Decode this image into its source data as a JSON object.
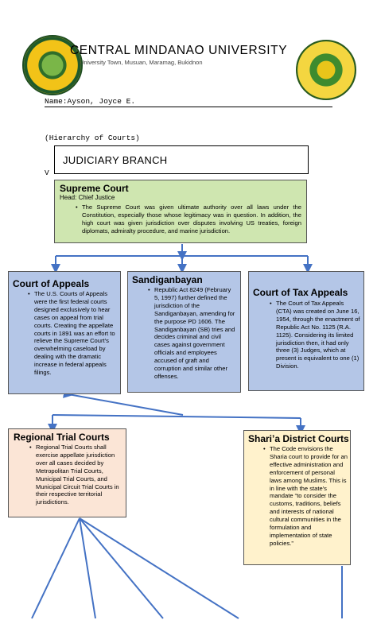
{
  "header": {
    "university": "CENTRAL MINDANAO UNIVERSITY",
    "address": "University Town, Musuan, Maramag, Bukidnon",
    "name_label": "Name:",
    "name_value": "Ayson, Joyce E."
  },
  "subtitle": "(Hierarchy of Courts)",
  "v_mark": "V",
  "branch_title": "JUDICIARY BRANCH",
  "courts": {
    "supreme": {
      "title": "Supreme Court",
      "head": "Head: Chief Justice",
      "text": "The Supreme Court was given ultimate authority over all laws under the Constitution, especially those whose legitimacy was in question. In addition, the high court was given jurisdiction over disputes involving US treaties, foreign diplomats, admiralty procedure, and marine jurisdiction."
    },
    "appeals": {
      "title": "Court of Appeals",
      "text": "The U.S. Courts of Appeals were the first federal courts designed exclusively to hear cases on appeal from trial courts. Creating the appellate courts in 1891 was an effort to relieve the Supreme Court's overwhelming caseload by dealing with the dramatic increase in federal appeals filings."
    },
    "sandiganbayan": {
      "title": "Sandiganbayan",
      "text": "Republic Act 8249 (February 5, 1997) further defined the jurisdiction of the Sandiganbayan, amending for the purpose PD 1606. The Sandiganbayan (SB) tries and decides criminal and civil cases against government officials and employees accused of graft and corruption and similar other offenses."
    },
    "tax": {
      "title": "Court of Tax Appeals",
      "text": "The Court of Tax Appeals (CTA) was created on June 16, 1954, through the enactment of Republic Act No. 1125 (R.A. 1125). Considering its limited jurisdiction then, it had only three (3) Judges, which at present is equivalent to one (1) Division."
    },
    "rtc": {
      "title": "Regional Trial Courts",
      "text": "Regional Trial Courts shall exercise appellate jurisdiction over all cases decided by Metropolitan Trial Courts, Municipal Trial Courts, and Municipal Circuit Trial Courts in their respective territorial jurisdictions."
    },
    "sharia": {
      "title": "Shari’a District Courts",
      "text": "The Code envisions the Sharia court to provide for an effective administration and enforcement of personal laws among Muslims. This is in line with the state's mandate “to consider the customs, traditions, beliefs and interests of national cultural communities in the formulation and implementation of state policies.”"
    }
  },
  "colors": {
    "arrow": "#4472c4",
    "supreme_fill": "#cfe6b0",
    "upper_fill": "#b4c6e7",
    "rtc_fill": "#fbe5d6",
    "sharia_fill": "#fff2cc"
  }
}
